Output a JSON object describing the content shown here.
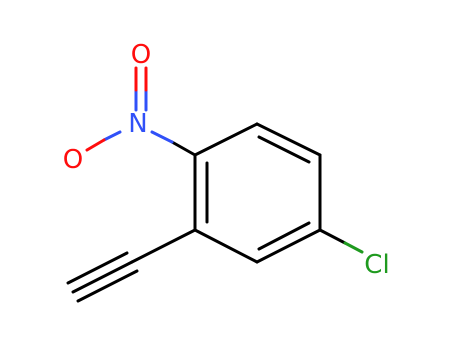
{
  "molecule": {
    "atoms": {
      "O_top": {
        "label": "O",
        "color": "#ff0d0d"
      },
      "O_left": {
        "label": "O",
        "color": "#ff0d0d"
      },
      "N": {
        "label": "N",
        "color": "#3050f8"
      },
      "Cl": {
        "label": "Cl",
        "color": "#1f9a1f"
      }
    },
    "bond_color": "#000000"
  }
}
